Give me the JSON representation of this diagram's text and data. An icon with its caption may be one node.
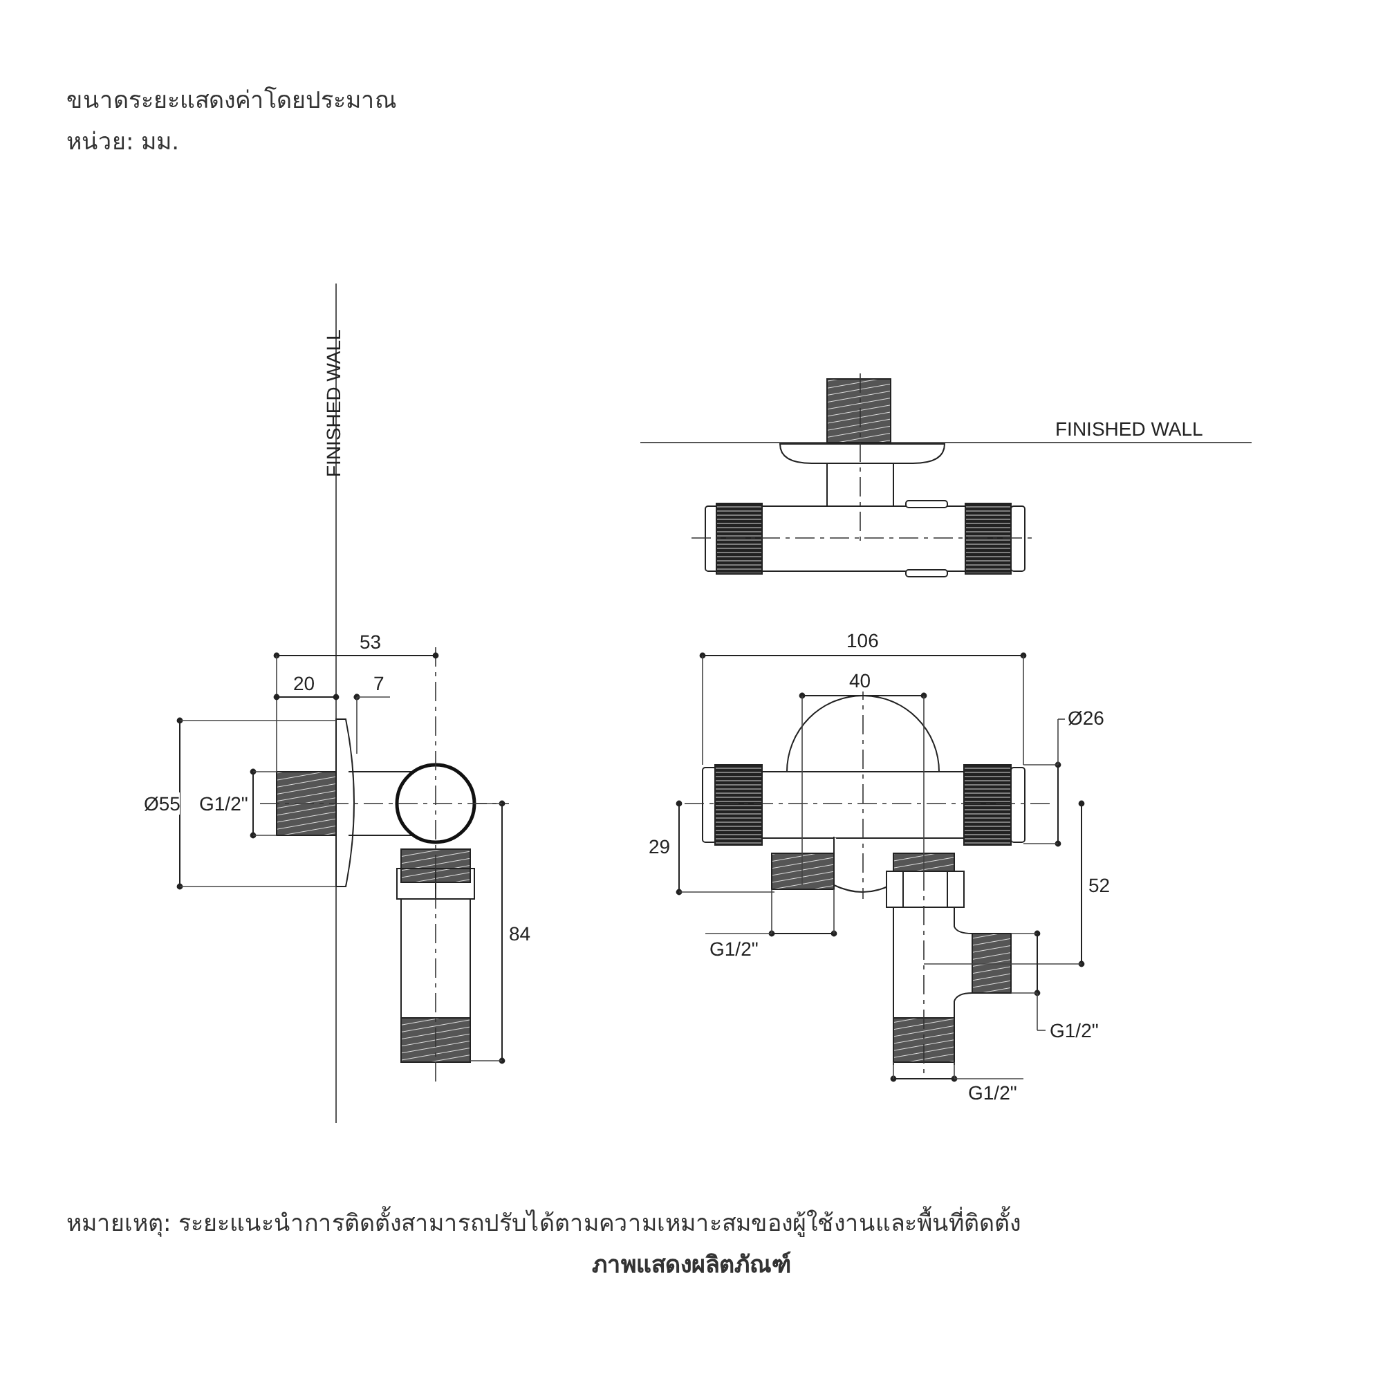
{
  "diagram": {
    "caption": "ภาพแสดงผลิตภัณฑ์",
    "labels": [
      "ขนาดระยะแสดงค่าโดยประมาณ",
      "หน่วย: มม.",
      "FINISHED WALL",
      "FINISHED WALL",
      "53",
      "106",
      "20",
      "7",
      "40",
      "Ø26",
      "Ø55",
      "G1/2\"",
      "29",
      "52",
      "84",
      "G1/2\"",
      "G1/2\"",
      "G1/2\"",
      "หมายเหตุ: ระยะแนะนำการติดตั้งสามารถปรับได้ตามความเหมาะสมของผู้ใช้งานและพื้นที่ติดตั้ง"
    ]
  }
}
